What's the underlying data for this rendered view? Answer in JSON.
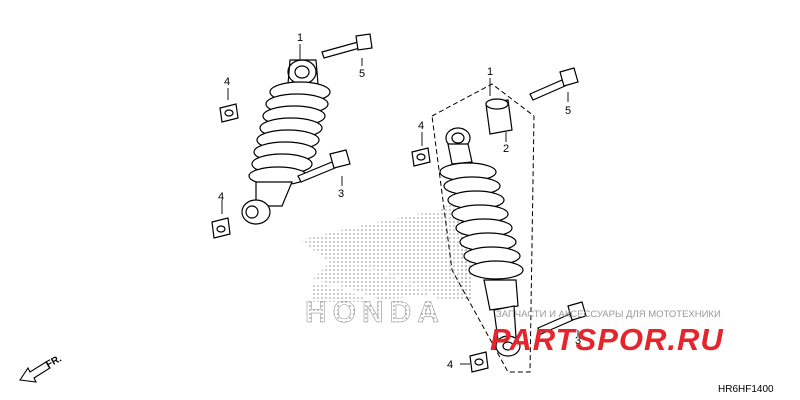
{
  "callouts": {
    "left_1": "1",
    "left_5": "5",
    "left_4_top": "4",
    "left_3": "3",
    "left_4_bottom": "4",
    "right_1": "1",
    "right_5": "5",
    "right_4_top": "4",
    "right_2": "2",
    "right_3": "3",
    "right_4_bottom": "4"
  },
  "watermark": {
    "brand": "HONDA",
    "tagline": "ЗАПЧАСТИ И АКСЕССУАРЫ ДЛЯ МОТОТЕХНИКИ",
    "site": "PARTSPOR.RU"
  },
  "direction_label": "FR.",
  "figure_code": "HR6HF1400",
  "colors": {
    "line": "#000000",
    "watermark_red": "#e5242b",
    "watermark_gray": "#b5b5b5"
  }
}
